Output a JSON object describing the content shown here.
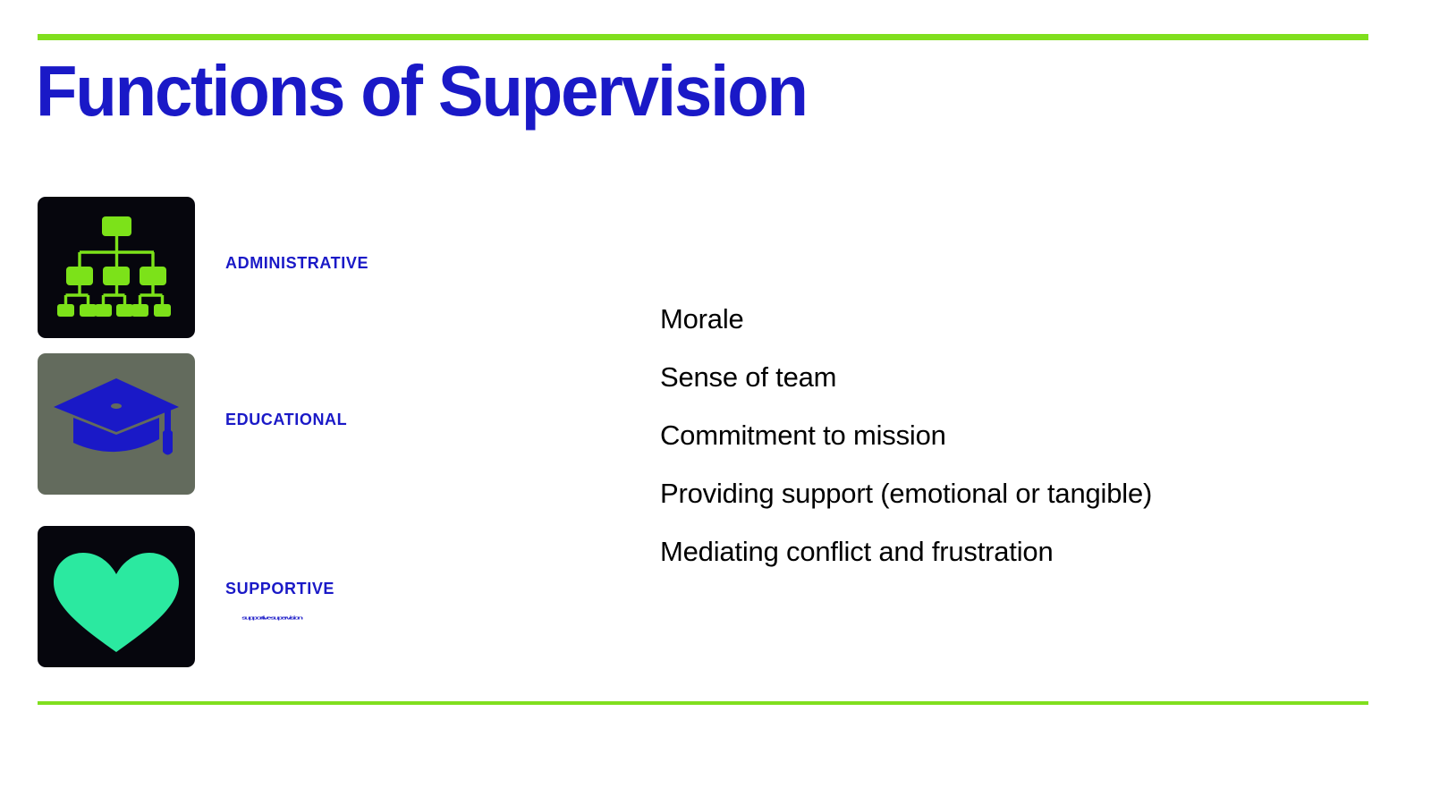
{
  "slide": {
    "title": "Functions of Supervision",
    "background_color": "#FFFFFF",
    "accent_green": "#80DF1E",
    "accent_blue": "#1A19C7"
  },
  "functions": [
    {
      "label": "ADMINISTRATIVE",
      "icon": "org-chart-icon",
      "icon_color": "#7CE219",
      "card_color": "#06060D"
    },
    {
      "label": "EDUCATIONAL",
      "icon": "graduation-cap-icon",
      "icon_color": "#1A19C7",
      "card_color": "#636B5D"
    },
    {
      "label": "SUPPORTIVE",
      "sublabel": "supportive supervision",
      "icon": "heart-icon",
      "icon_color": "#2BE9A0",
      "card_color": "#06060D"
    }
  ],
  "supportive_points": [
    "Morale",
    "Sense of team",
    "Commitment to mission",
    "Providing support (emotional or tangible)",
    "Mediating conflict and frustration"
  ]
}
